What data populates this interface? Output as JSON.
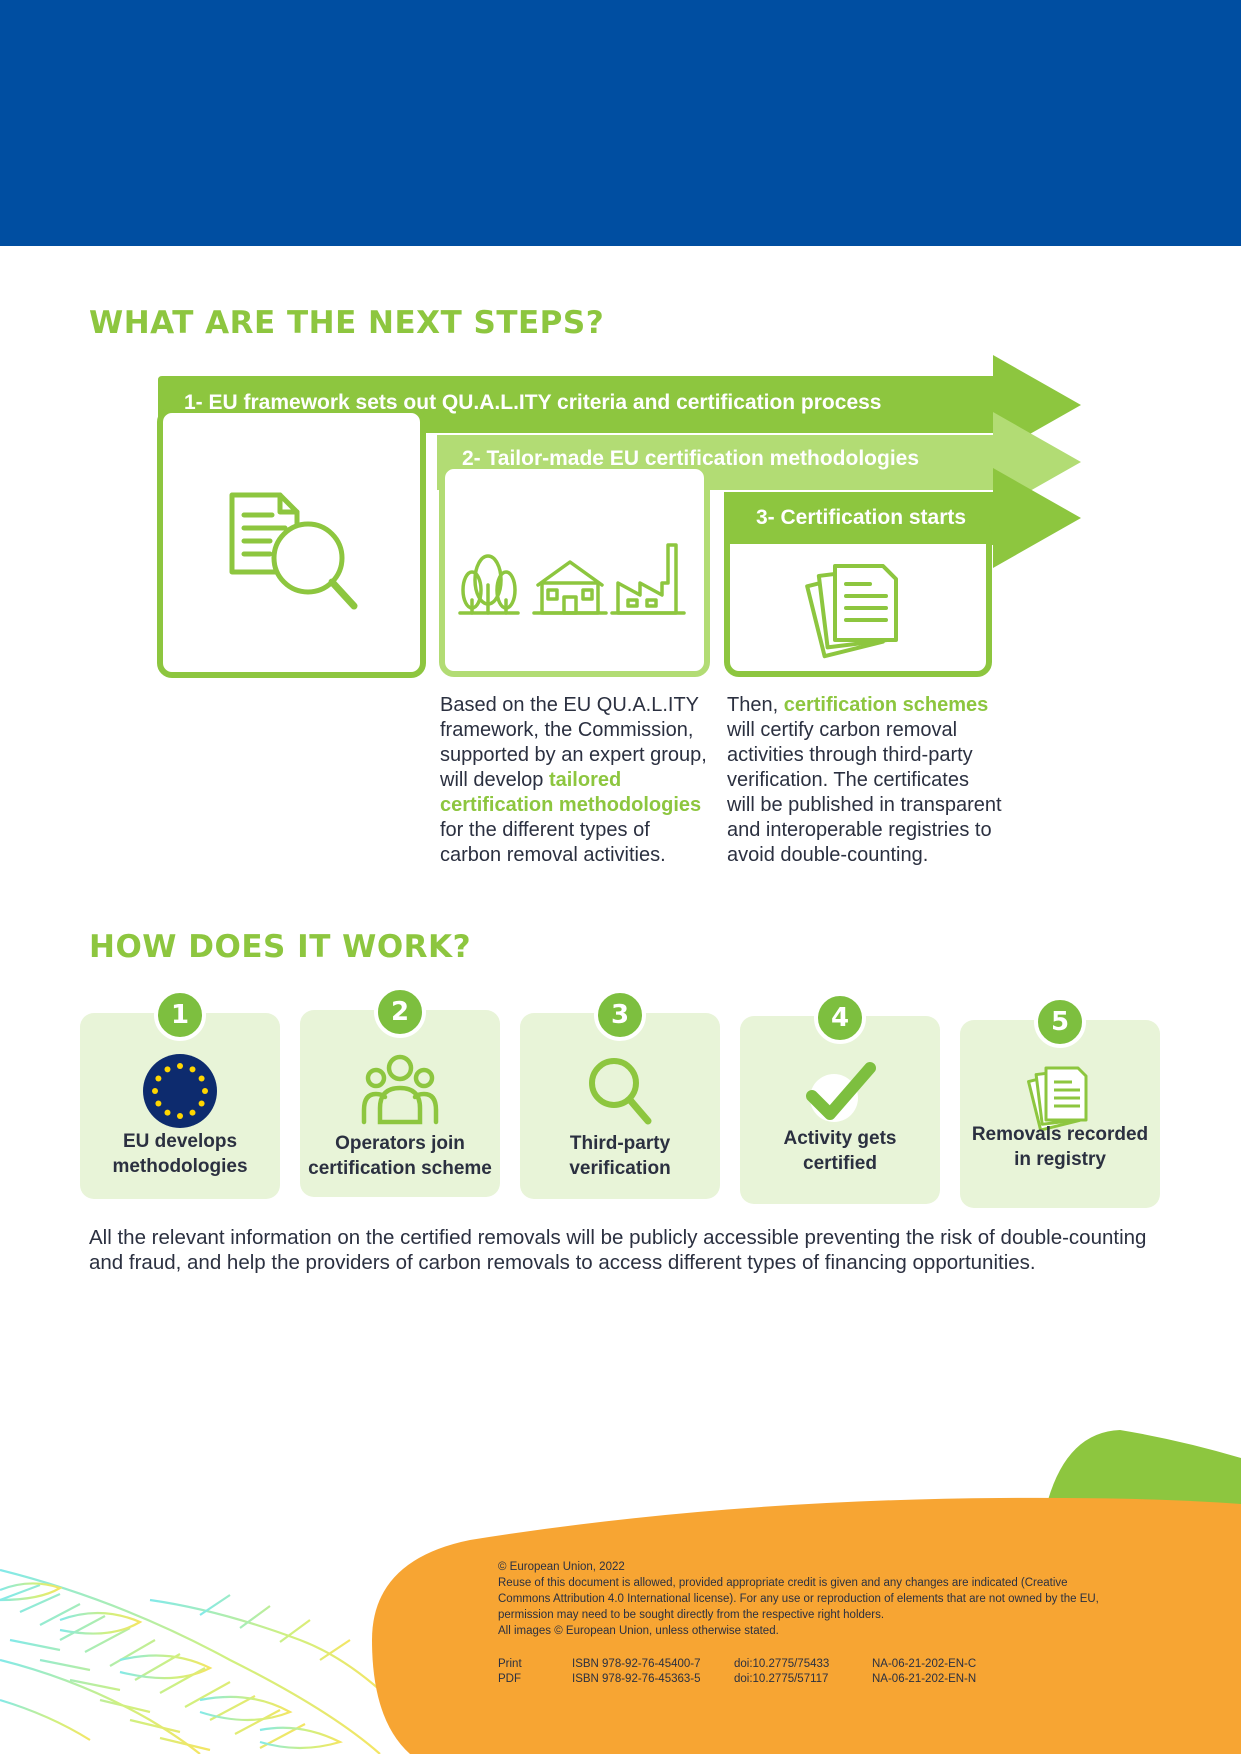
{
  "headings": {
    "next_steps": "WHAT ARE THE NEXT STEPS?",
    "how_it_works": "HOW DOES IT WORK?"
  },
  "steps": [
    {
      "label": "1- EU framework sets out QU.A.L.ITY criteria and certification process",
      "icon": "document-search-icon"
    },
    {
      "label": "2- Tailor-made EU certification methodologies",
      "icon": "trees-house-factory-icon"
    },
    {
      "label": "3- Certification starts",
      "icon": "documents-stack-icon"
    }
  ],
  "step2_desc": {
    "pre": "Based on the EU QU.A.L.ITY framework, the Commission, supported by an expert group, will develop ",
    "highlight": "tailored certification methodologies",
    "post": " for the different types of carbon removal activities."
  },
  "step3_desc": {
    "pre": "Then, ",
    "highlight": "certification schemes",
    "post": " will certify carbon removal activities through third-party verification. The certificates will be published in transparent and interoperable registries to avoid double-counting."
  },
  "process": [
    {
      "number": "1",
      "label_line1": "EU develops",
      "label_line2": "methodologies",
      "icon": "eu-flag-icon"
    },
    {
      "number": "2",
      "label_line1": "Operators join",
      "label_line2": "certification scheme",
      "icon": "people-group-icon"
    },
    {
      "number": "3",
      "label_line1": "Third-party",
      "label_line2": "verification",
      "icon": "magnifier-icon"
    },
    {
      "number": "4",
      "label_line1": "Activity gets",
      "label_line2": "certified",
      "icon": "checkmark-icon"
    },
    {
      "number": "5",
      "label_line1": "Removals recorded",
      "label_line2": "in registry",
      "icon": "documents-stack-icon"
    }
  ],
  "summary": "All the relevant information on the certified removals will be publicly accessible preventing the risk of double-counting and fraud, and help the providers of carbon removals to access different types of financing opportunities.",
  "legal": {
    "copyright": "© European Union, 2022",
    "reuse": "Reuse of this document is allowed, provided appropriate credit is given and any changes are indicated (Creative Commons Attribution 4.0 International license). For any use or reproduction of elements that are not owned by the EU, permission may need to be sought directly from the respective right holders.",
    "images": "All images © European Union, unless otherwise stated."
  },
  "publication": [
    {
      "format": "Print",
      "isbn": "ISBN 978-92-76-45400-7",
      "doi": "doi:10.2775/75433",
      "catalogue": "NA-06-21-202-EN-C"
    },
    {
      "format": "PDF",
      "isbn": "ISBN 978-92-76-45363-5",
      "doi": "doi:10.2775/57117",
      "catalogue": "NA-06-21-202-EN-N"
    }
  ],
  "colors": {
    "blue_band": "#004ea1",
    "green_dark": "#8dc63f",
    "green_light": "#b2dc74",
    "card_bg": "#e8f4d8",
    "orange": "#f7a533"
  }
}
